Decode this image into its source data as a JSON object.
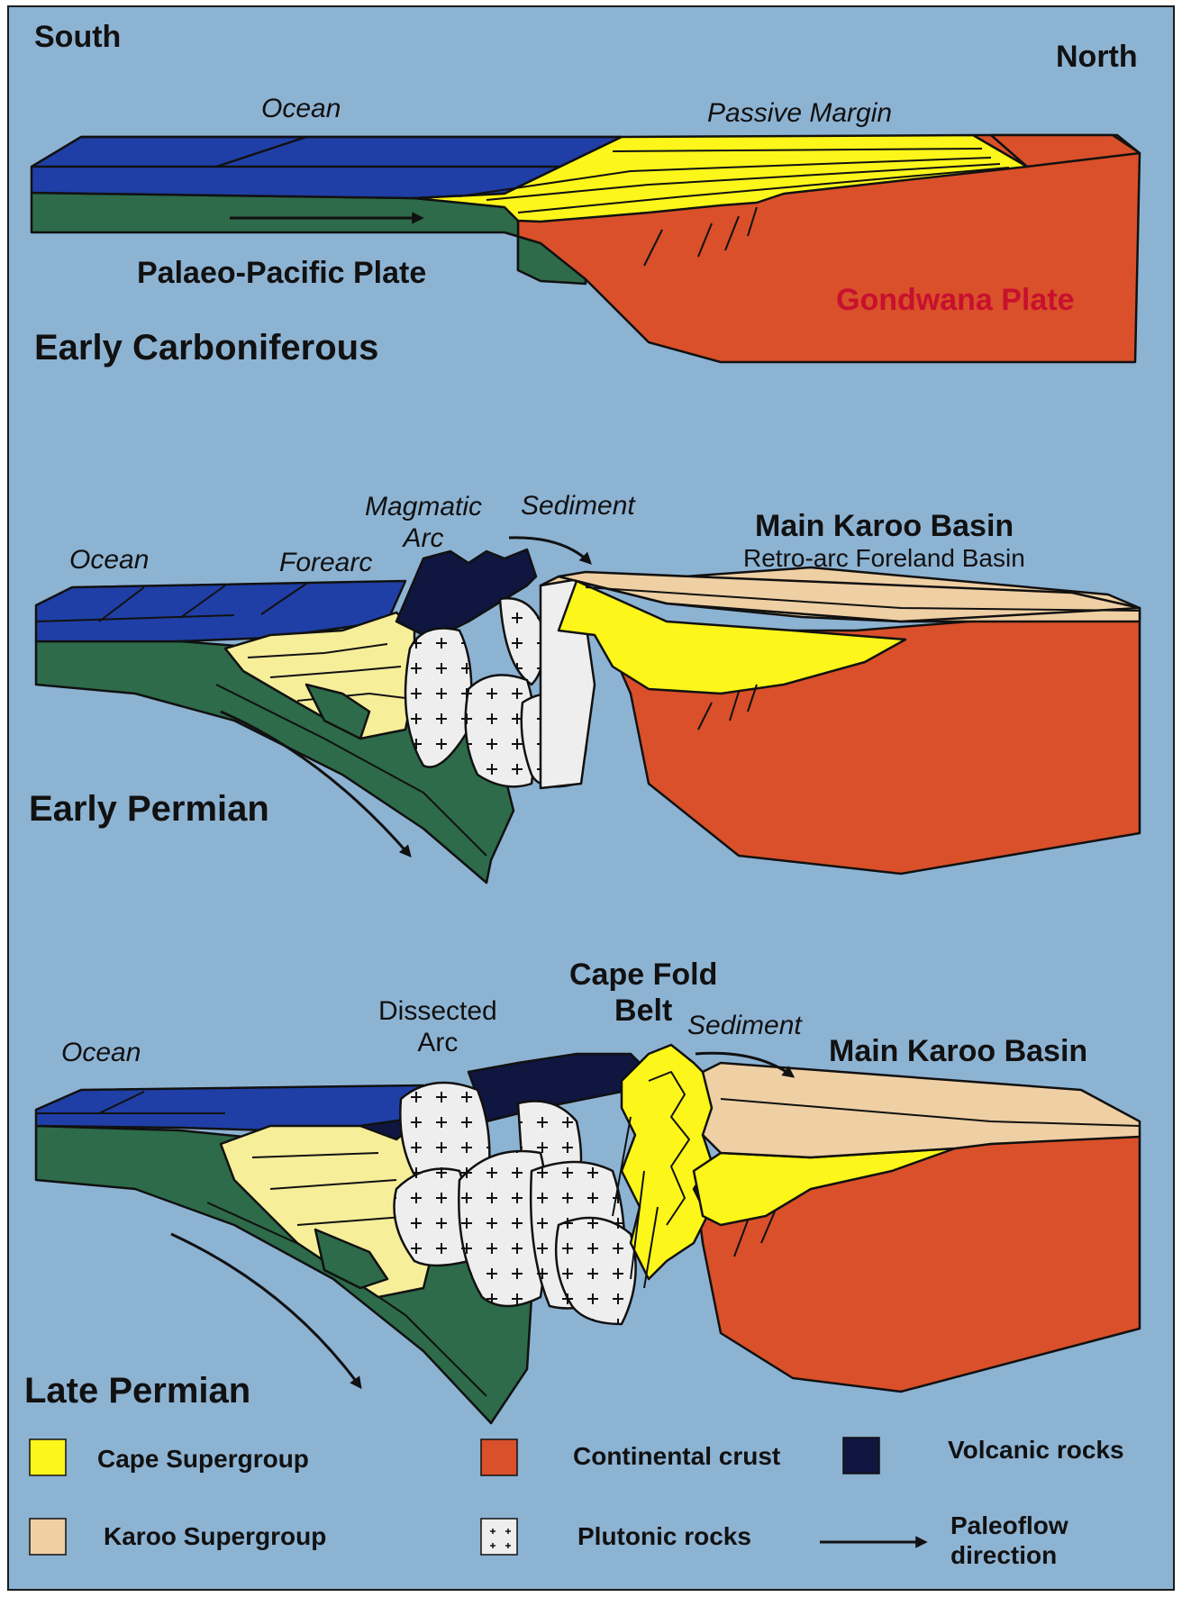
{
  "orientation": {
    "south": "South",
    "north": "North"
  },
  "colors": {
    "background": "#8db3d3",
    "ocean": "#1f3fa6",
    "oceanic_plate": "#2d6b4a",
    "continental_crust": "#d9502a",
    "cape_supergroup": "#fcf61a",
    "cape_supergroup_light": "#f7ee9a",
    "karoo_supergroup": "#efcfa4",
    "volcanic_rocks": "#0f1640",
    "plutonic_rocks": "#eeeeee"
  },
  "panels": {
    "early_carboniferous": {
      "stage": "Early Carboniferous",
      "ocean": "Ocean",
      "passive_margin": "Passive Margin",
      "oceanic_plate": "Palaeo-Pacific Plate",
      "continental_plate": "Gondwana Plate"
    },
    "early_permian": {
      "stage": "Early Permian",
      "ocean": "Ocean",
      "forearc": "Forearc",
      "arc": "Magmatic\nArc",
      "sediment": "Sediment",
      "basin": "Main Karoo Basin",
      "basin_type": "Retro-arc Foreland Basin"
    },
    "late_permian": {
      "stage": "Late Permian",
      "ocean": "Ocean",
      "arc": "Dissected\nArc",
      "fold_belt": "Cape Fold\nBelt",
      "sediment": "Sediment",
      "basin": "Main Karoo Basin"
    }
  },
  "legend": {
    "cape_supergroup": "Cape Supergroup",
    "karoo_supergroup": "Karoo Supergroup",
    "continental_crust": "Continental crust",
    "plutonic_rocks": "Plutonic rocks",
    "volcanic_rocks": "Volcanic rocks",
    "paleoflow": "Paleoflow\ndirection"
  }
}
